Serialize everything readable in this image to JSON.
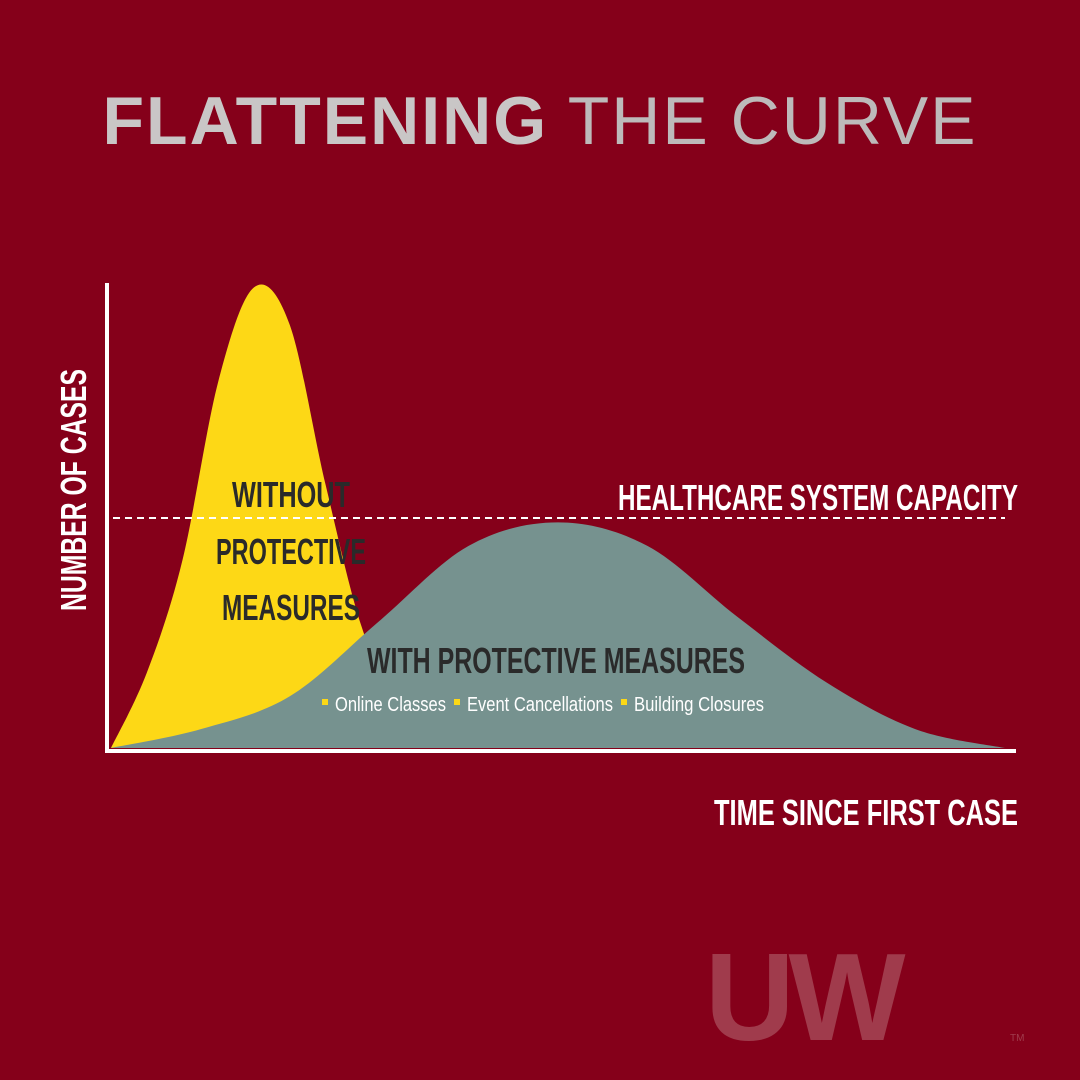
{
  "title": {
    "bold": "FLATTENING",
    "light": "THE CURVE"
  },
  "chart_data": {
    "type": "area",
    "title": "FLATTENING THE CURVE",
    "xlabel": "TIME SINCE FIRST CASE",
    "ylabel": "NUMBER OF CASES",
    "xlim": [
      0,
      100
    ],
    "ylim": [
      0,
      100
    ],
    "grid": false,
    "reference_line": {
      "label": "HEALTHCARE SYSTEM CAPACITY",
      "y": 49,
      "style": "dashed",
      "color": "#ffffff"
    },
    "series": [
      {
        "name": "WITHOUT PROTECTIVE MEASURES",
        "label_lines": [
          "WITHOUT",
          "PROTECTIVE",
          "MEASURES"
        ],
        "color": "#fdd816",
        "x": [
          0,
          4,
          8,
          12,
          16,
          20,
          24,
          28,
          32,
          36,
          40
        ],
        "y": [
          0,
          16,
          40,
          78,
          98,
          90,
          56,
          26,
          9,
          3,
          0
        ]
      },
      {
        "name": "WITH PROTECTIVE MEASURES",
        "label": "WITH PROTECTIVE MEASURES",
        "color": "#76928f",
        "examples": [
          "Online Classes",
          "Event Cancellations",
          "Building Closures"
        ],
        "x": [
          0,
          10,
          20,
          30,
          40,
          50,
          60,
          70,
          80,
          90,
          100
        ],
        "y": [
          0,
          4,
          11,
          27,
          43,
          48,
          43,
          28,
          14,
          4,
          0
        ]
      }
    ]
  },
  "logo": {
    "text": "UW",
    "tm": "TM"
  },
  "colors": {
    "background": "#85001a",
    "axis": "#ffffff",
    "label_dark": "#2a2a2a",
    "bullet": "#fdd816"
  }
}
